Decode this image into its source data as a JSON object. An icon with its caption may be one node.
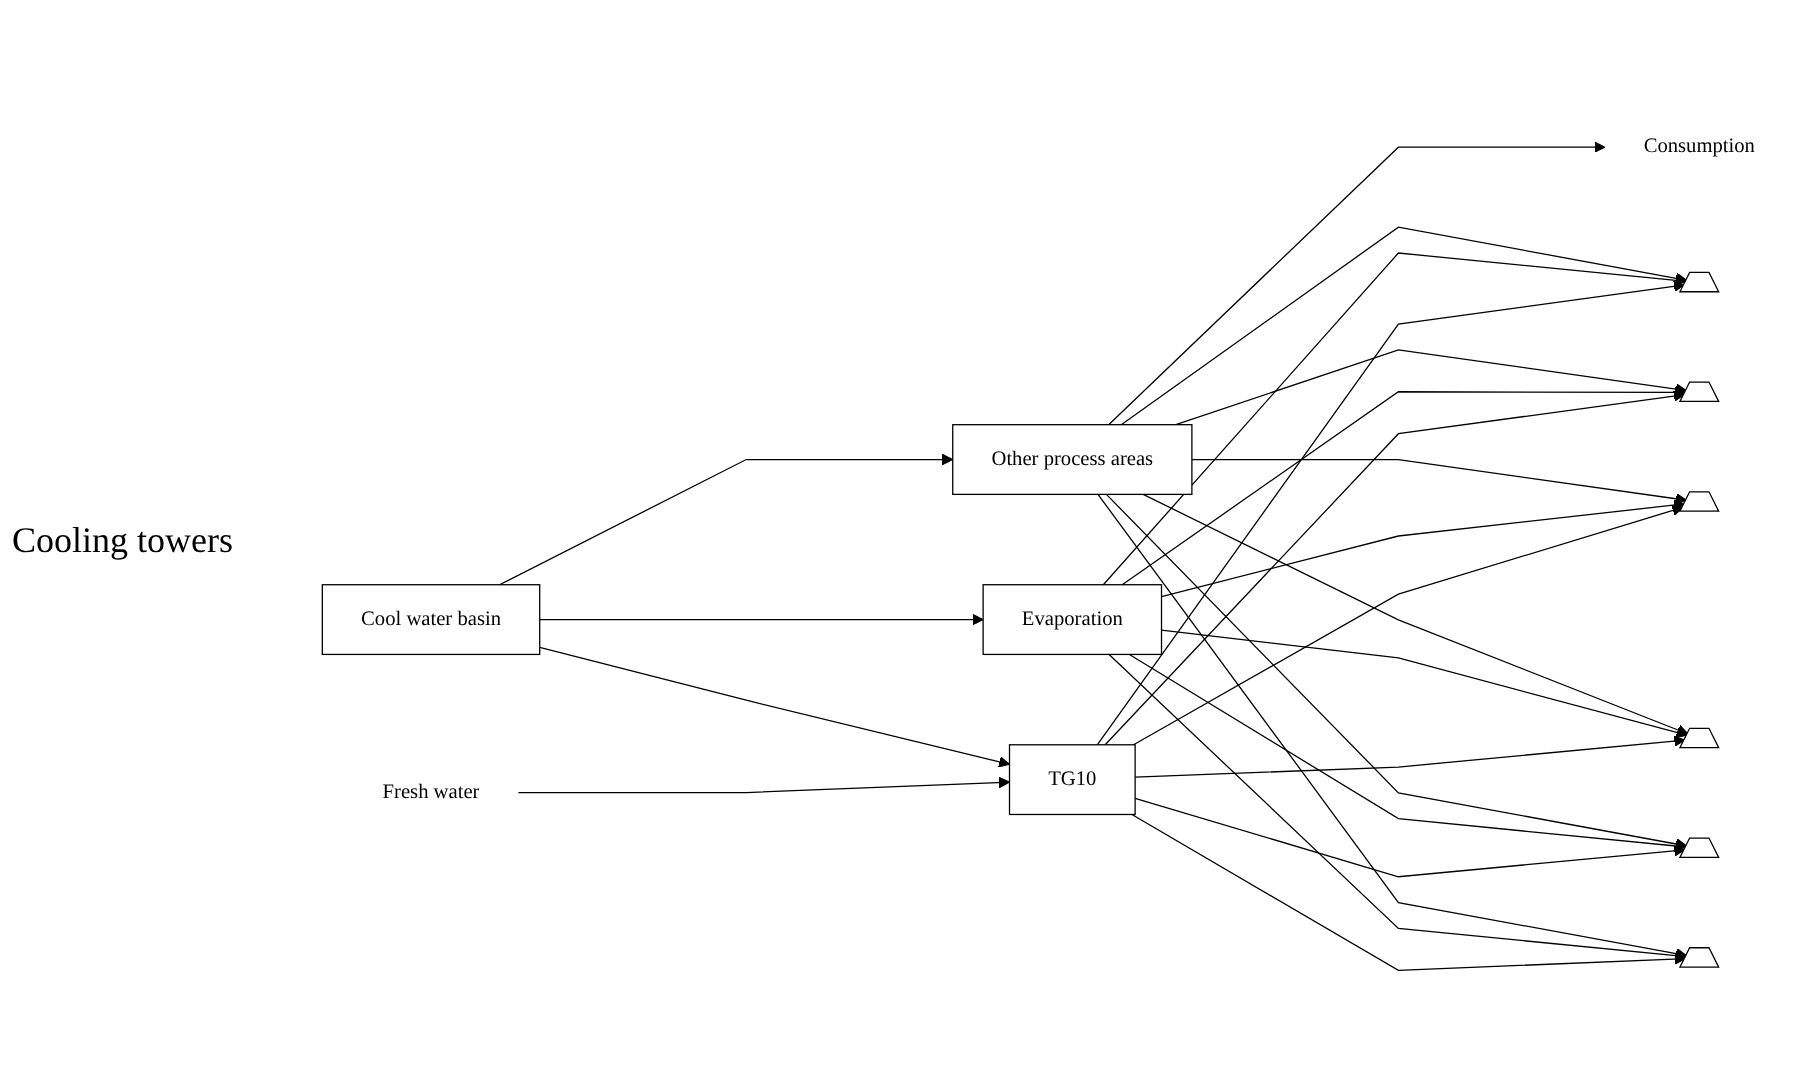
{
  "diagram": {
    "nodes": [
      {
        "text": [
          "Consumption"
        ]
      },
      {
        "text": [],
        "shape": "trapezoid"
      },
      {
        "text": [],
        "shape": "trapezoid"
      },
      {
        "text": [],
        "shape": "trapezoid"
      },
      {
        "text": [],
        "shape": "trapezoid"
      },
      {
        "text": [],
        "shape": "trapezoid"
      },
      {
        "text": [],
        "shape": "trapezoid"
      },
      {
        "text": [
          "Cool water basin"
        ]
      },
      {
        "text": [
          "Fresh water"
        ]
      },
      {
        "text": [
          "Other process areas"
        ]
      },
      {
        "text": [
          "Evaporation"
        ]
      },
      {
        "text": [
          "TG10"
        ]
      }
    ],
    "edges": [
      {
        "from": 9,
        "to": 0,
        "arrow": "to"
      },
      {
        "from": 9,
        "to": 1,
        "arrow": "to"
      },
      {
        "from": 9,
        "to": 2,
        "arrow": "to"
      },
      {
        "from": 9,
        "to": 3,
        "arrow": "to"
      },
      {
        "from": 9,
        "to": 4,
        "arrow": "to"
      },
      {
        "from": 9,
        "to": 5,
        "arrow": "to"
      },
      {
        "from": 9,
        "to": 6,
        "arrow": "to"
      },
      {
        "from": 10,
        "to": 1,
        "arrow": "to"
      },
      {
        "from": 10,
        "to": 2,
        "arrow": "to"
      },
      {
        "from": 10,
        "to": 3,
        "arrow": "to"
      },
      {
        "from": 10,
        "to": 4,
        "arrow": "to"
      },
      {
        "from": 10,
        "to": 5,
        "arrow": "to"
      },
      {
        "from": 10,
        "to": 6,
        "arrow": "to"
      },
      {
        "from": 11,
        "to": 1,
        "arrow": "to"
      },
      {
        "from": 11,
        "to": 2,
        "arrow": "to"
      },
      {
        "from": 11,
        "to": 3,
        "arrow": "to"
      },
      {
        "from": 11,
        "to": 4,
        "arrow": "to"
      },
      {
        "from": 11,
        "to": 5,
        "arrow": "to"
      },
      {
        "from": 11,
        "to": 6,
        "arrow": "to"
      },
      {
        "from": 7,
        "to": 9,
        "arrow": "to"
      },
      {
        "from": 7,
        "to": 10,
        "arrow": "to"
      },
      {
        "from": 7,
        "to": 11,
        "arrow": "to"
      },
      {
        "from": 8,
        "to": 11,
        "arrow": "to"
      }
    ],
    "labels": [
      "Cooling towers"
    ]
  }
}
